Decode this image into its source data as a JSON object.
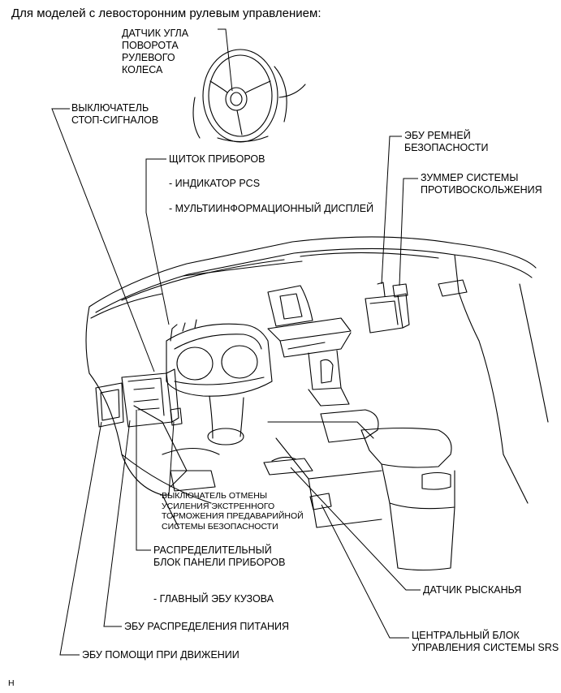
{
  "title": "Для моделей с левосторонним рулевым управлением:",
  "corner_mark": "H",
  "labels": {
    "steering_sensor": [
      "ДАТЧИК УГЛА",
      "ПОВОРОТА",
      "РУЛЕВОГО",
      "КОЛЕСА"
    ],
    "stop_light_switch": [
      "ВЫКЛЮЧАТЕЛЬ",
      "СТОП-СИГНАЛОВ"
    ],
    "seatbelt_ecu": [
      "ЭБУ РЕМНЕЙ",
      "БЕЗОПАСНОСТИ"
    ],
    "buzzer": [
      "ЗУММЕР СИСТЕМЫ",
      "ПРОТИВОСКОЛЬЖЕНИЯ"
    ],
    "combination_meter": "ЩИТОК ПРИБОРОВ",
    "pcs_indicator": "- ИНДИКАТОР PCS",
    "multi_display": "- МУЛЬТИИНФОРМАЦИОННЫЙ ДИСПЛЕЙ",
    "pcs_off_switch": [
      "ВЫКЛЮЧАТЕЛЬ ОТМЕНЫ",
      "УСИЛЕНИЯ ЭКСТРЕННОГО",
      "ТОРМОЖЕНИЯ ПРЕДАВАРИЙНОЙ",
      "СИСТЕМЫ БЕЗОПАСНОСТИ"
    ],
    "junction_block": [
      "РАСПРЕДЕЛИТЕЛЬНЫЙ",
      "БЛОК ПАНЕЛИ ПРИБОРОВ"
    ],
    "main_body_ecu": "- ГЛАВНЫЙ ЭБУ КУЗОВА",
    "yaw_sensor": "ДАТЧИК РЫСКАНЬЯ",
    "power_dist_ecu": "ЭБУ РАСПРЕДЕЛЕНИЯ ПИТАНИЯ",
    "srs_unit": [
      "ЦЕНТРАЛЬНЫЙ БЛОК",
      "УПРАВЛЕНИЯ СИСТЕМЫ SRS"
    ],
    "driving_support_ecu": "ЭБУ ПОМОЩИ ПРИ ДВИЖЕНИИ"
  }
}
